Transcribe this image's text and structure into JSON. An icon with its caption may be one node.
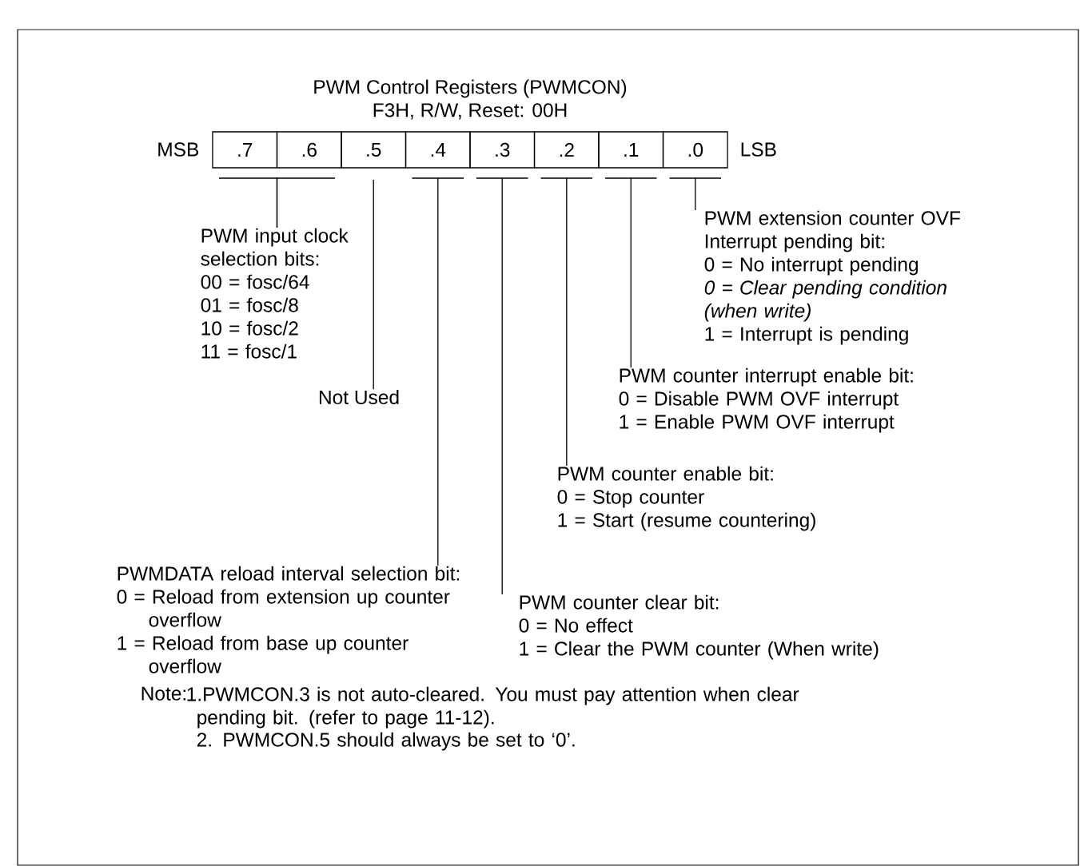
{
  "diagram": {
    "title": "PWM Control Registers (PWMCON)",
    "nodes": [
      {
        "text": [
          ".7"
        ]
      },
      {
        "text": [
          ".6"
        ]
      },
      {
        "text": [
          ".5"
        ]
      },
      {
        "text": [
          ".4"
        ]
      },
      {
        "text": [
          ".3"
        ]
      },
      {
        "text": [
          ".2"
        ]
      },
      {
        "text": [
          ".1"
        ]
      },
      {
        "text": [
          ".0"
        ]
      },
      {
        "text": [
          "PWM input clock selection bits:",
          "00 = fosc/64",
          "01 = fosc/8",
          "10 = fosc/2",
          "11 = fosc/1"
        ]
      },
      {
        "text": [
          "Not Used"
        ]
      },
      {
        "text": [
          "PWMDATA reload interval selection bit:",
          "0 = Reload from extension up counter overflow",
          "1 = Reload from base up counter overflow"
        ]
      },
      {
        "text": [
          "PWM counter clear bit:",
          "0 = No effect",
          "1 = Clear the  PWM counter (When write)"
        ]
      },
      {
        "text": [
          "PWM counter enable bit:",
          "0 = Stop counter",
          "1 = Start (resume countering)"
        ]
      },
      {
        "text": [
          "PWM counter interrupt enable bit:",
          "0 = Disable PWM OVF interrupt",
          "1 = Enable PWM OVF interrupt"
        ]
      },
      {
        "text": [
          "PWM extension counter OVF Interrupt pending bit:",
          "0 = No interrupt pending",
          "*0 = Clear pending condition (when write)*",
          "1 = Interrupt is pending"
        ]
      }
    ],
    "edges": [
      {
        "from": 0,
        "to": 8,
        "arrow": "none"
      },
      {
        "from": 1,
        "to": 8,
        "arrow": "none"
      },
      {
        "from": 2,
        "to": 9,
        "arrow": "none"
      },
      {
        "from": 3,
        "to": 10,
        "arrow": "none"
      },
      {
        "from": 4,
        "to": 11,
        "arrow": "none"
      },
      {
        "from": 5,
        "to": 12,
        "arrow": "none"
      },
      {
        "from": 6,
        "to": 13,
        "arrow": "none"
      },
      {
        "from": 7,
        "to": 14,
        "arrow": "none"
      }
    ],
    "labels": [
      "F3H, R/W, Reset: 00H",
      "MSB",
      "LSB",
      "Note:",
      "1.PWMCON.3 is not auto-cleared. You must pay attention when clear pending bit. (refer to page 11-12).",
      "2. PWMCON.5 should always be set to ‘0’."
    ]
  }
}
